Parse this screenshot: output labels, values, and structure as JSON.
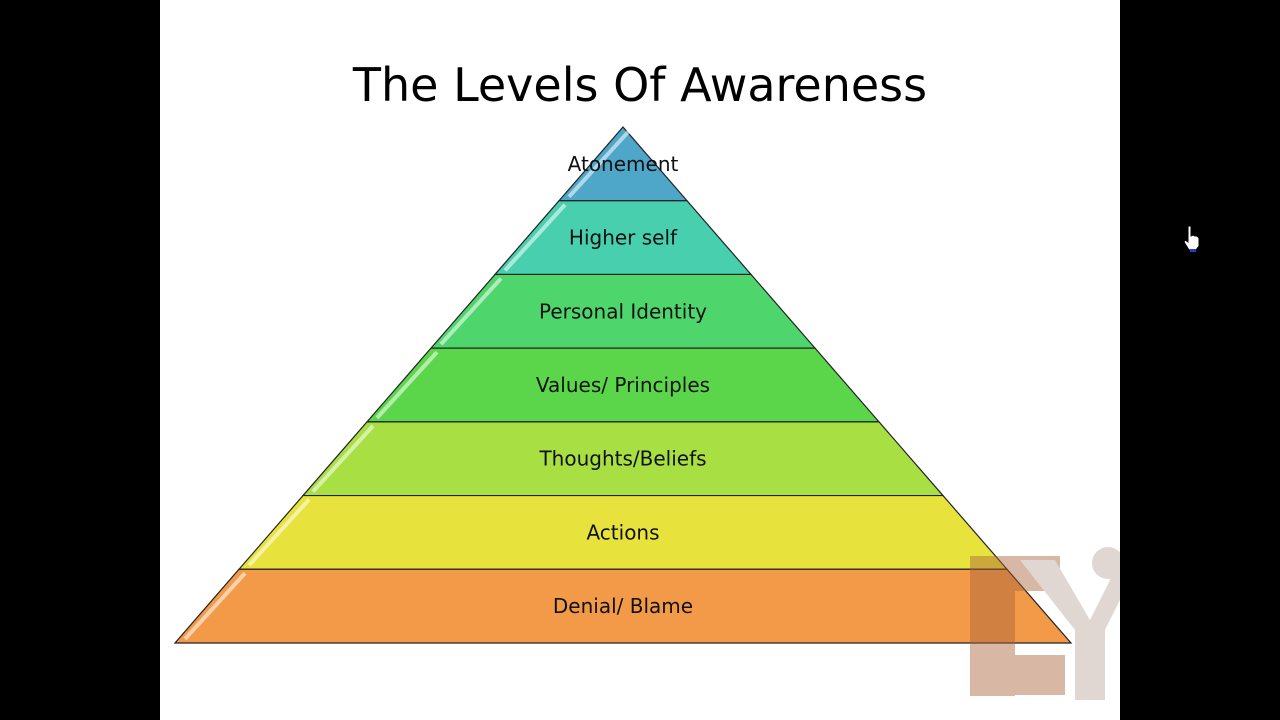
{
  "slide": {
    "title": "The Levels Of Awareness",
    "levels": [
      {
        "label": "Atonement",
        "color": "#4ea6c9"
      },
      {
        "label": "Higher self",
        "color": "#47cfae"
      },
      {
        "label": "Personal Identity",
        "color": "#4ed56c"
      },
      {
        "label": "Values/ Principles",
        "color": "#5bd64a"
      },
      {
        "label": "Thoughts/Beliefs",
        "color": "#a8e044"
      },
      {
        "label": "Actions",
        "color": "#e8e23c"
      },
      {
        "label": "Denial/ Blame",
        "color": "#f29a48"
      }
    ],
    "watermark": "EYI"
  }
}
